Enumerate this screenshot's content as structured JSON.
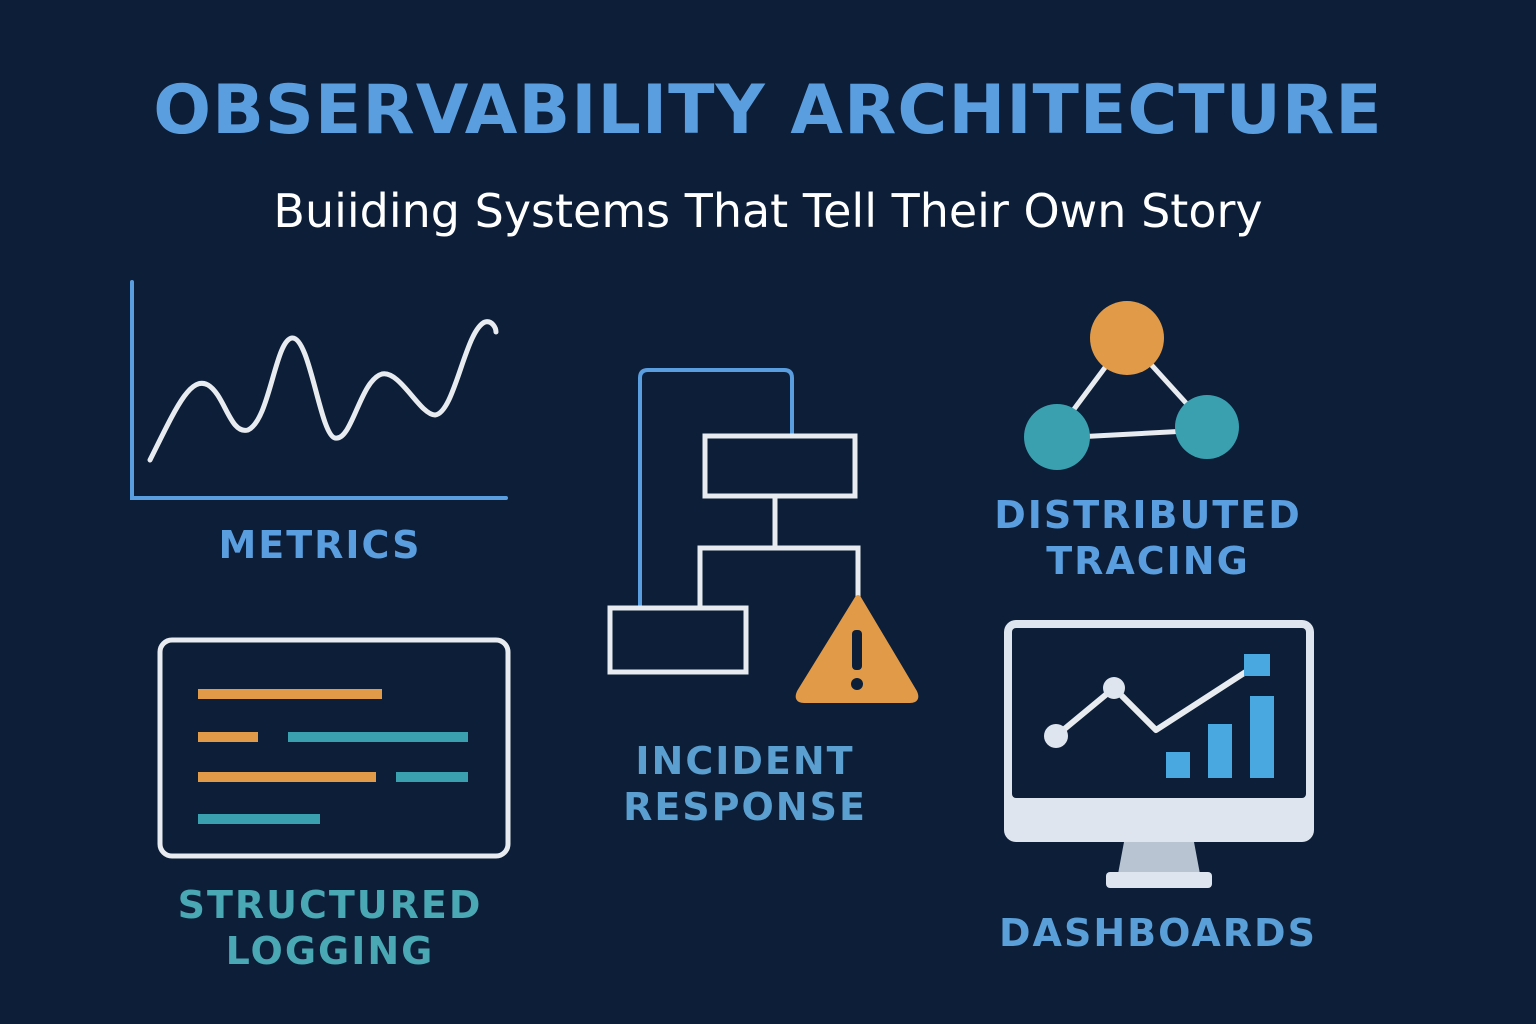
{
  "header": {
    "title": "OBSERVABILITY ARCHITECTURE",
    "subtitle": "Buiiding Systems That Tell Their Own Story"
  },
  "pillars": {
    "metrics": {
      "label": "METRICS",
      "icon": "line-chart-icon"
    },
    "distributed_tracing": {
      "label_line1": "DISTRIBUTED",
      "label_line2": "TRACING",
      "icon": "trace-graph-icon"
    },
    "incident_response": {
      "label_line1": "INCIDENT",
      "label_line2": "RESPONSE",
      "icon": "flowchart-alert-icon"
    },
    "structured_logging": {
      "label_line1": "STRUCTURED",
      "label_line2": "LOGGING",
      "icon": "log-window-icon"
    },
    "dashboards": {
      "label": "DASHBOARDS",
      "icon": "monitor-dashboard-icon"
    }
  },
  "colors": {
    "background": "#0c1e38",
    "accent_blue": "#5b9ee0",
    "accent_orange": "#e09a48",
    "accent_teal": "#3aa0b0",
    "stroke_white": "#e8ecf0"
  }
}
